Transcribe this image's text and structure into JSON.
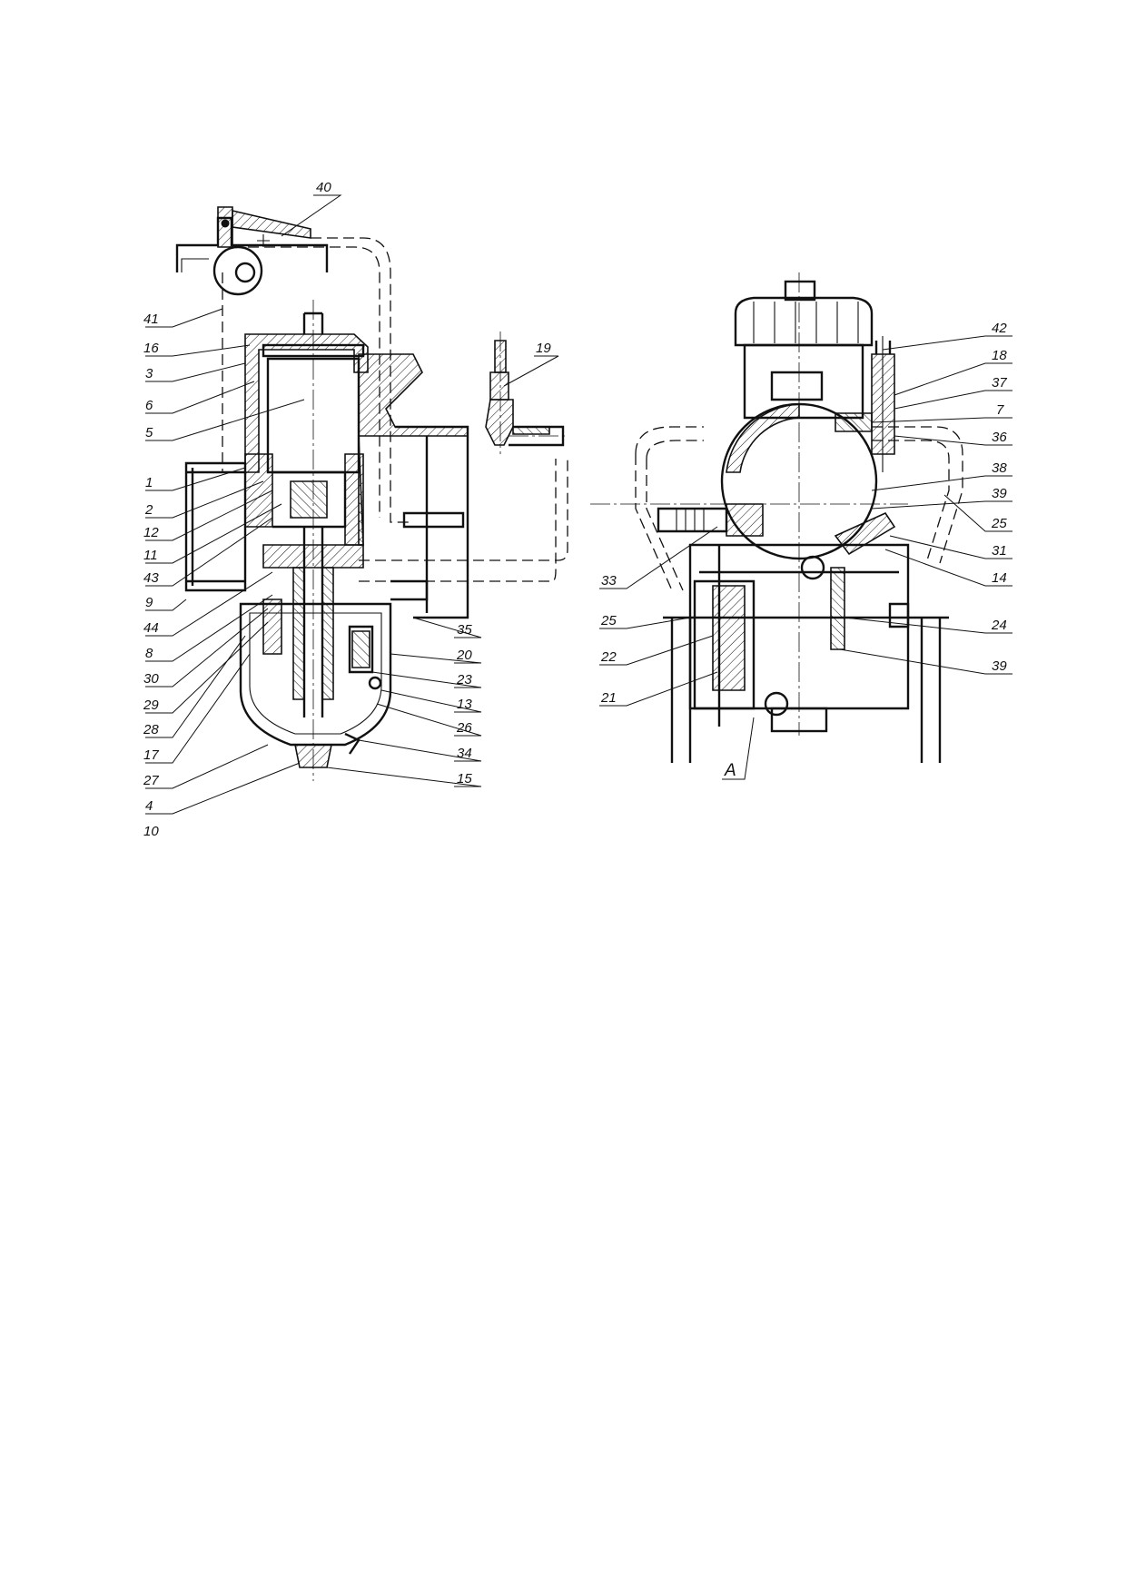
{
  "drawing": {
    "left_view_callouts": [
      {
        "label": "40"
      },
      {
        "label": "41"
      },
      {
        "label": "16"
      },
      {
        "label": "3"
      },
      {
        "label": "6"
      },
      {
        "label": "5"
      },
      {
        "label": "1"
      },
      {
        "label": "2"
      },
      {
        "label": "12"
      },
      {
        "label": "11"
      },
      {
        "label": "43"
      },
      {
        "label": "9"
      },
      {
        "label": "44"
      },
      {
        "label": "8"
      },
      {
        "label": "30"
      },
      {
        "label": "29"
      },
      {
        "label": "28"
      },
      {
        "label": "17"
      },
      {
        "label": "27"
      },
      {
        "label": "4"
      },
      {
        "label": "10"
      },
      {
        "label": "35"
      },
      {
        "label": "20"
      },
      {
        "label": "23"
      },
      {
        "label": "13"
      },
      {
        "label": "26"
      },
      {
        "label": "34"
      },
      {
        "label": "15"
      }
    ],
    "fitting_callouts": [
      {
        "label": "19"
      }
    ],
    "right_view_callouts": [
      {
        "label": "42"
      },
      {
        "label": "18"
      },
      {
        "label": "37"
      },
      {
        "label": "7"
      },
      {
        "label": "36"
      },
      {
        "label": "38"
      },
      {
        "label": "39"
      },
      {
        "label": "25"
      },
      {
        "label": "31"
      },
      {
        "label": "14"
      },
      {
        "label": "33"
      },
      {
        "label": "25"
      },
      {
        "label": "24"
      },
      {
        "label": "22"
      },
      {
        "label": "39"
      },
      {
        "label": "21"
      },
      {
        "label": "A"
      }
    ]
  }
}
